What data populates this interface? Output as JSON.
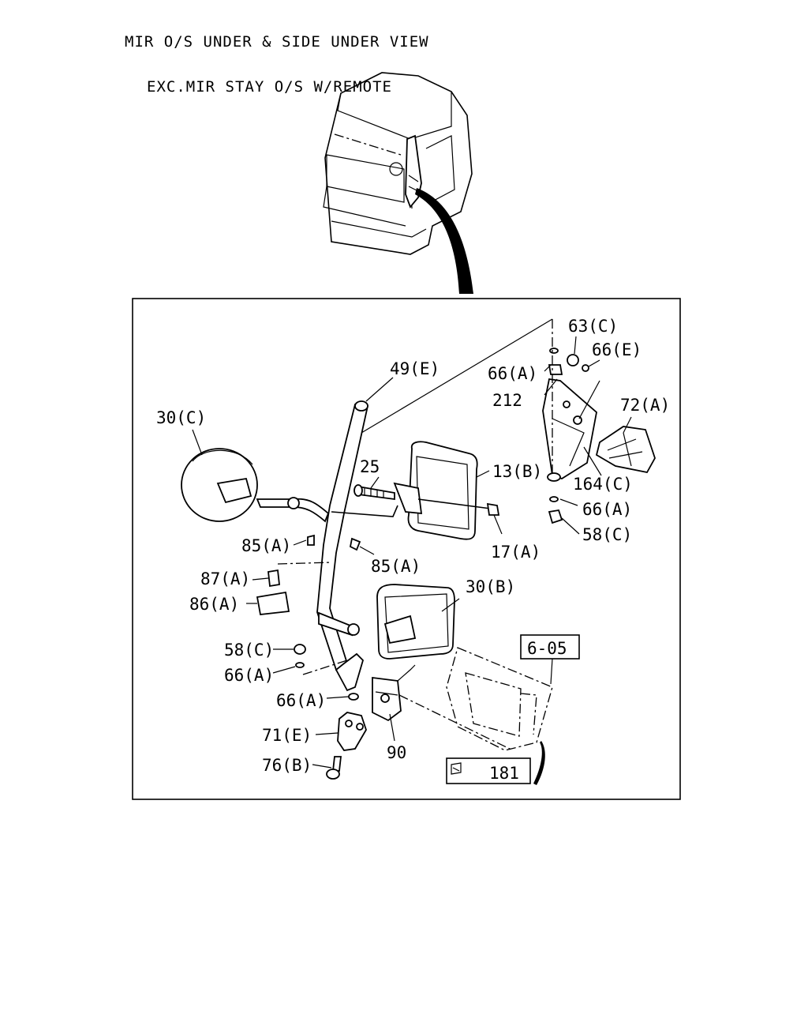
{
  "header": {
    "line1": "MIR O/S UNDER & SIDE UNDER VIEW",
    "line2": "EXC.MIR STAY O/S W/REMOTE"
  },
  "callouts": {
    "c_63C": "63(C)",
    "c_66E": "66(E)",
    "c_66A_top": "66(A)",
    "c_49E": "49(E)",
    "c_212": "212",
    "c_72A": "72(A)",
    "c_30C": "30(C)",
    "c_25": "25",
    "c_13B": "13(B)",
    "c_164C": "164(C)",
    "c_66A_right": "66(A)",
    "c_58C_right": "58(C)",
    "c_17A": "17(A)",
    "c_85A_left": "85(A)",
    "c_85A_right": "85(A)",
    "c_87A": "87(A)",
    "c_86A": "86(A)",
    "c_30B": "30(B)",
    "c_605": "6-05",
    "c_58C_left": "58(C)",
    "c_66A_left": "66(A)",
    "c_66A_lower": "66(A)",
    "c_71E": "71(E)",
    "c_90": "90",
    "c_76B": "76(B)",
    "c_181": "181"
  }
}
